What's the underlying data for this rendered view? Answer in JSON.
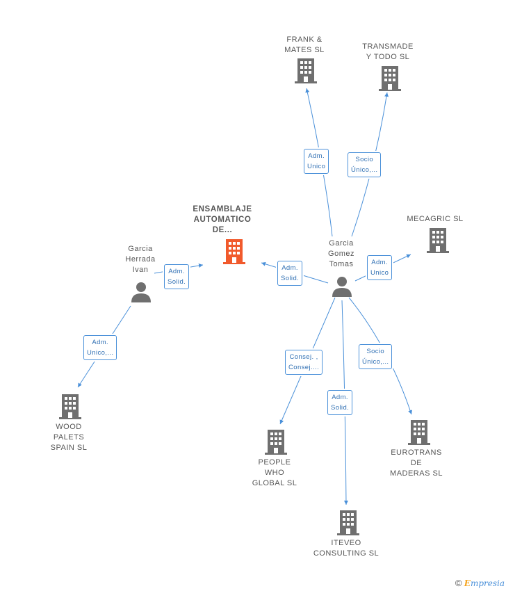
{
  "nodes": {
    "main": {
      "lines": [
        "ENSAMBLAJE",
        "AUTOMATICO",
        "DE..."
      ],
      "color": "#f15a2c"
    },
    "frank": {
      "lines": [
        "FRANK &",
        "MATES  SL"
      ]
    },
    "transmade": {
      "lines": [
        "TRANSMADE",
        "Y TODO SL"
      ]
    },
    "mecagric": {
      "lines": [
        "MECAGRIC SL"
      ]
    },
    "wood": {
      "lines": [
        "WOOD",
        "PALETS",
        "SPAIN  SL"
      ]
    },
    "people": {
      "lines": [
        "PEOPLE",
        "WHO",
        "GLOBAL  SL"
      ]
    },
    "iteveo": {
      "lines": [
        "ITEVEO",
        "CONSULTING SL"
      ]
    },
    "eurotrans": {
      "lines": [
        "EUROTRANS",
        "DE",
        "MADERAS  SL"
      ]
    },
    "garcia_herrada": {
      "lines": [
        "Garcia",
        "Herrada",
        "Ivan"
      ]
    },
    "garcia_gomez": {
      "lines": [
        "Garcia",
        "Gomez",
        "Tomas"
      ]
    }
  },
  "relations": {
    "gh_main": [
      "Adm.",
      "Solid."
    ],
    "gh_wood": [
      "Adm.",
      "Unico,..."
    ],
    "gg_main": [
      "Adm.",
      "Solid."
    ],
    "gg_frank": [
      "Adm.",
      "Unico"
    ],
    "gg_transmade": [
      "Socio",
      "Único,..."
    ],
    "gg_mecagric": [
      "Adm.",
      "Unico"
    ],
    "gg_people": [
      "Consej. ,",
      "Consej...."
    ],
    "gg_iteveo": [
      "Adm.",
      "Solid."
    ],
    "gg_eurotrans": [
      "Socio",
      "Único,..."
    ]
  },
  "colors": {
    "company": "#6f6f6f",
    "main_company": "#f15a2c",
    "person": "#6f6f6f",
    "edge": "#4a90d9"
  },
  "icons": {
    "company": "building-icon",
    "person": "person-icon"
  },
  "footer": {
    "copyright": "©",
    "brand_first": "E",
    "brand_rest": "mpresia"
  }
}
